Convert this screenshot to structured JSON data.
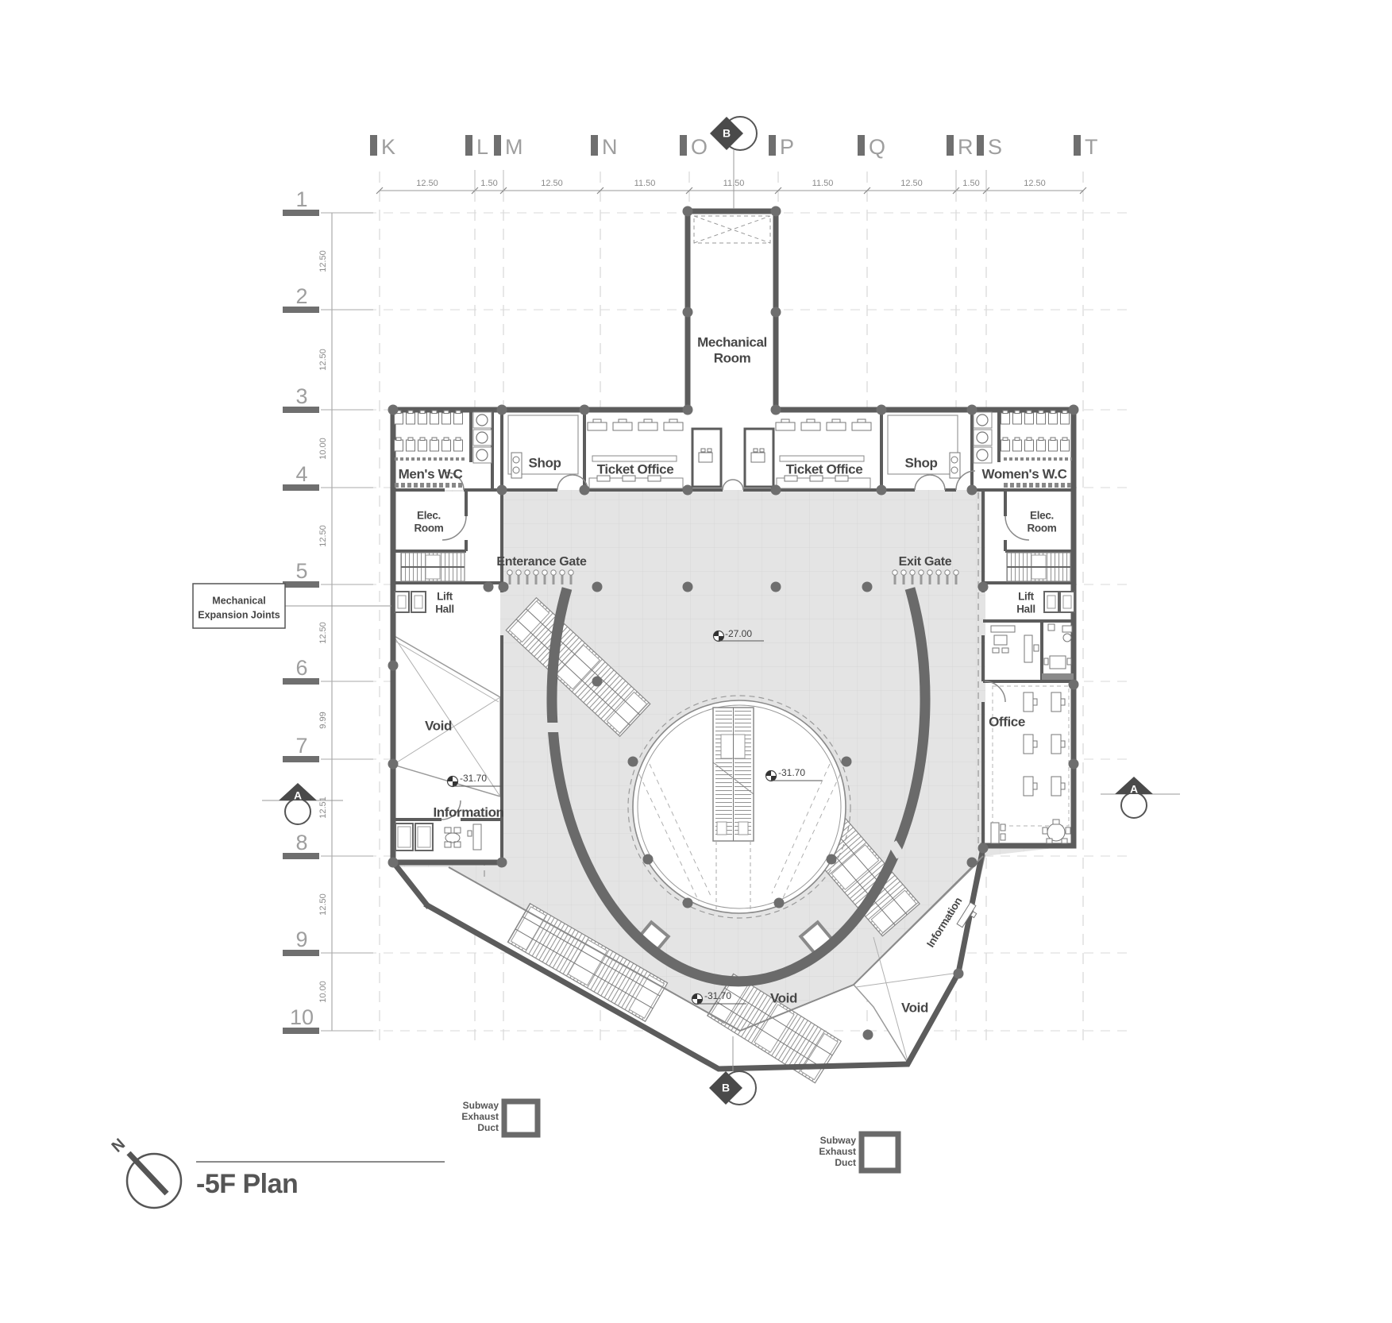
{
  "title": {
    "plan_name": "-5F Plan"
  },
  "compass": {
    "north_label": "N"
  },
  "grid": {
    "column_labels": [
      "K",
      "L",
      "M",
      "N",
      "O",
      "P",
      "Q",
      "R",
      "S",
      "T"
    ],
    "row_labels": [
      "1",
      "2",
      "3",
      "4",
      "5",
      "6",
      "7",
      "8",
      "9",
      "10"
    ],
    "top_dimensions": [
      "12.50",
      "1.50",
      "12.50",
      "11.50",
      "11.50",
      "11.50",
      "12.50",
      "1.50",
      "12.50"
    ],
    "left_dimensions": [
      "12.50",
      "12.50",
      "10.00",
      "12.50",
      "12.50",
      "9.99",
      "12.51",
      "12.50",
      "10.00"
    ]
  },
  "section_markers": {
    "a": "A",
    "b": "B"
  },
  "rooms": {
    "mechanical_line1": "Mechanical",
    "mechanical_line2": "Room",
    "mens_wc": "Men's W.C",
    "womens_wc": "Women's W.C",
    "shop": "Shop",
    "ticket_office": "Ticket Office",
    "elec_line1": "Elec.",
    "elec_line2": "Room",
    "lift_line1": "Lift",
    "lift_line2": "Hall",
    "office": "Office",
    "information": "Information",
    "void": "Void",
    "enterance_gate": "Enterance Gate",
    "exit_gate": "Exit Gate"
  },
  "levels": {
    "concourse": "-27.00",
    "platform_void": "-31.70"
  },
  "notes": {
    "expansion_line1": "Mechanical",
    "expansion_line2": "Expansion Joints",
    "duct_line1": "Subway",
    "duct_line2": "Exhaust",
    "duct_line3": "Duct"
  }
}
